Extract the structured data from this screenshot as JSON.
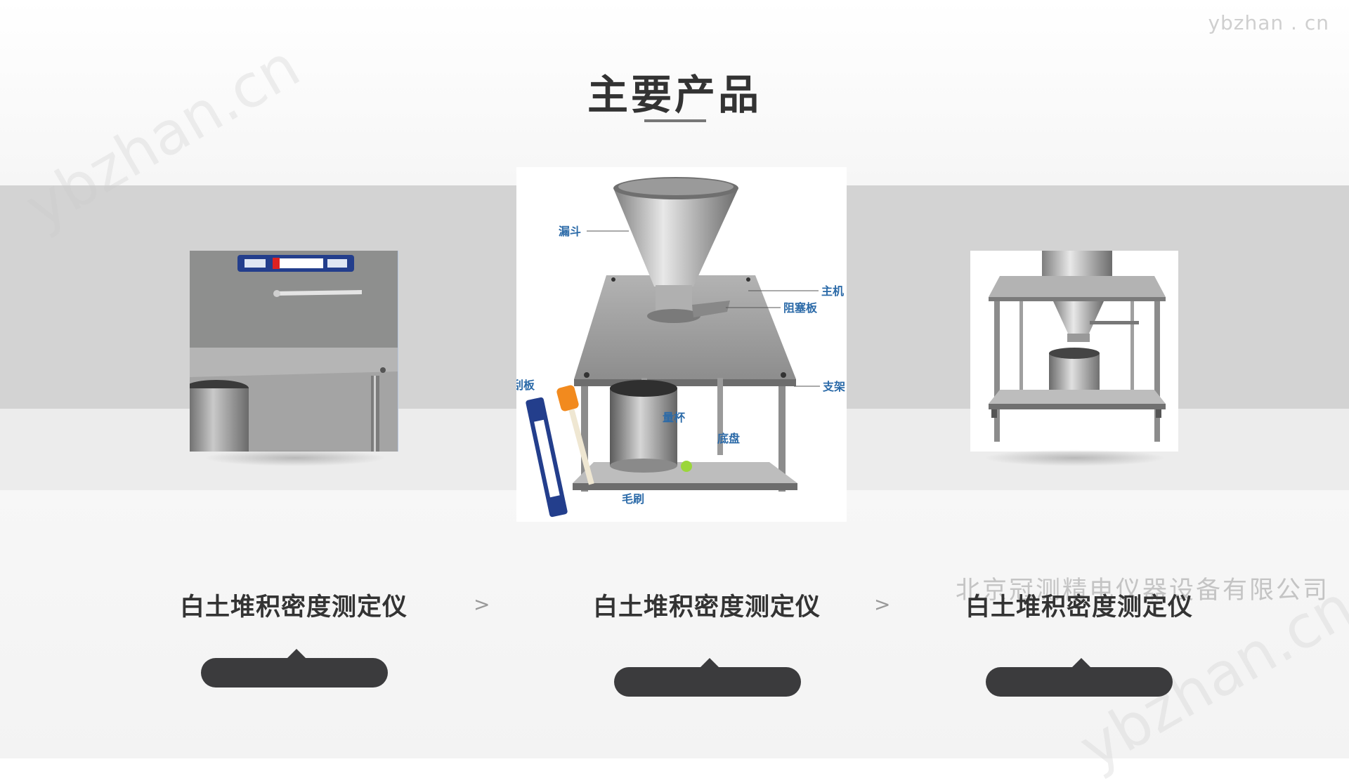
{
  "page": {
    "title": "主要产品",
    "watermark_corner": "ybzhan . cn",
    "watermark_diagonal": "ybzhan.cn",
    "watermark_company": "北京冠测精电仪器设备有限公司"
  },
  "center_image_labels": {
    "funnel": "漏斗",
    "main_unit": "主机",
    "stopper_plate": "阻塞板",
    "stand": "支架",
    "scraper": "刮板",
    "measuring_cup": "量杯",
    "base_plate": "底盘",
    "brush": "毛刷"
  },
  "products": [
    {
      "name": "白土堆积密度测定仪"
    },
    {
      "name": "白土堆积密度测定仪"
    },
    {
      "name": "白土堆积密度测定仪"
    }
  ],
  "separator": ">",
  "colors": {
    "band": "#d3d3d3",
    "pill": "#3b3b3d",
    "label_blue": "#2b6aa8",
    "title": "#333333"
  }
}
